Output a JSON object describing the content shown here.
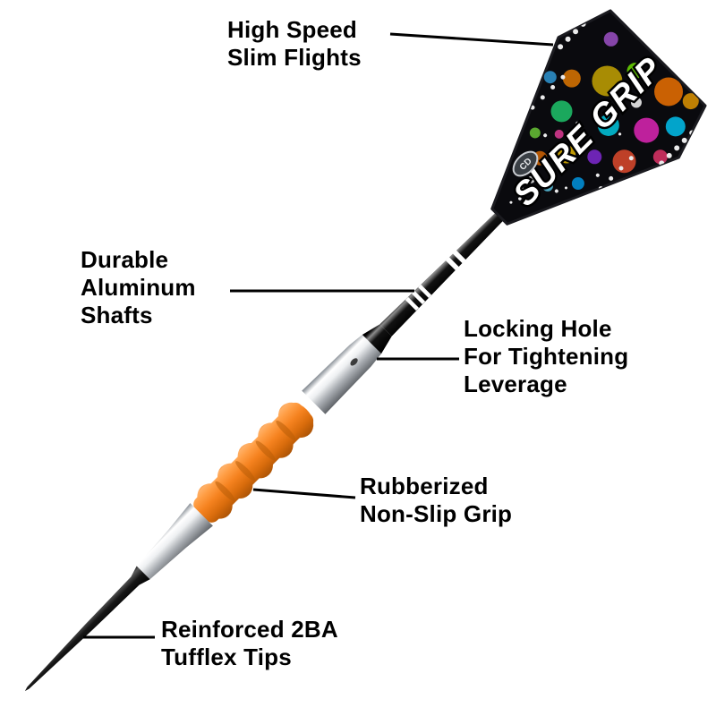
{
  "flight": {
    "brand_text": "SURE GRIP",
    "logo_text": "CD"
  },
  "annotations": {
    "flights": {
      "lines": [
        "High Speed",
        "Slim Flights"
      ]
    },
    "shafts": {
      "lines": [
        "Durable",
        "Aluminum",
        "Shafts"
      ]
    },
    "locking_hole": {
      "lines": [
        "Locking Hole",
        "For Tightening",
        "Leverage"
      ]
    },
    "grip": {
      "lines": [
        "Rubberized",
        "Non-Slip Grip"
      ]
    },
    "tips": {
      "lines": [
        "Reinforced 2BA",
        "Tufflex Tips"
      ]
    }
  },
  "colors": {
    "background": "#ffffff",
    "label_text": "#000000",
    "connector_line": "#000000",
    "grip_orange": "#f5821f",
    "barrel_silver": "#d9dcdf",
    "shaft_black": "#101012",
    "flight_base": "#0a0a0e"
  }
}
